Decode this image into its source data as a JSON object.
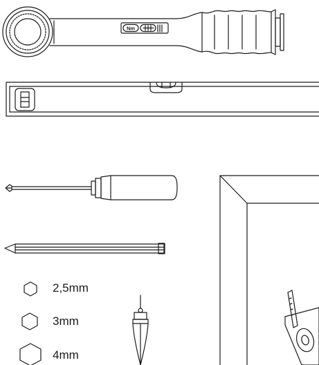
{
  "torque_wrench": {
    "scale_unit": "Nm"
  },
  "hex_keys": [
    {
      "label": "2,5mm"
    },
    {
      "label": "3mm"
    },
    {
      "label": "4mm"
    }
  ],
  "colors": {
    "stroke": "#1a1a1a",
    "background": "#ffffff"
  }
}
